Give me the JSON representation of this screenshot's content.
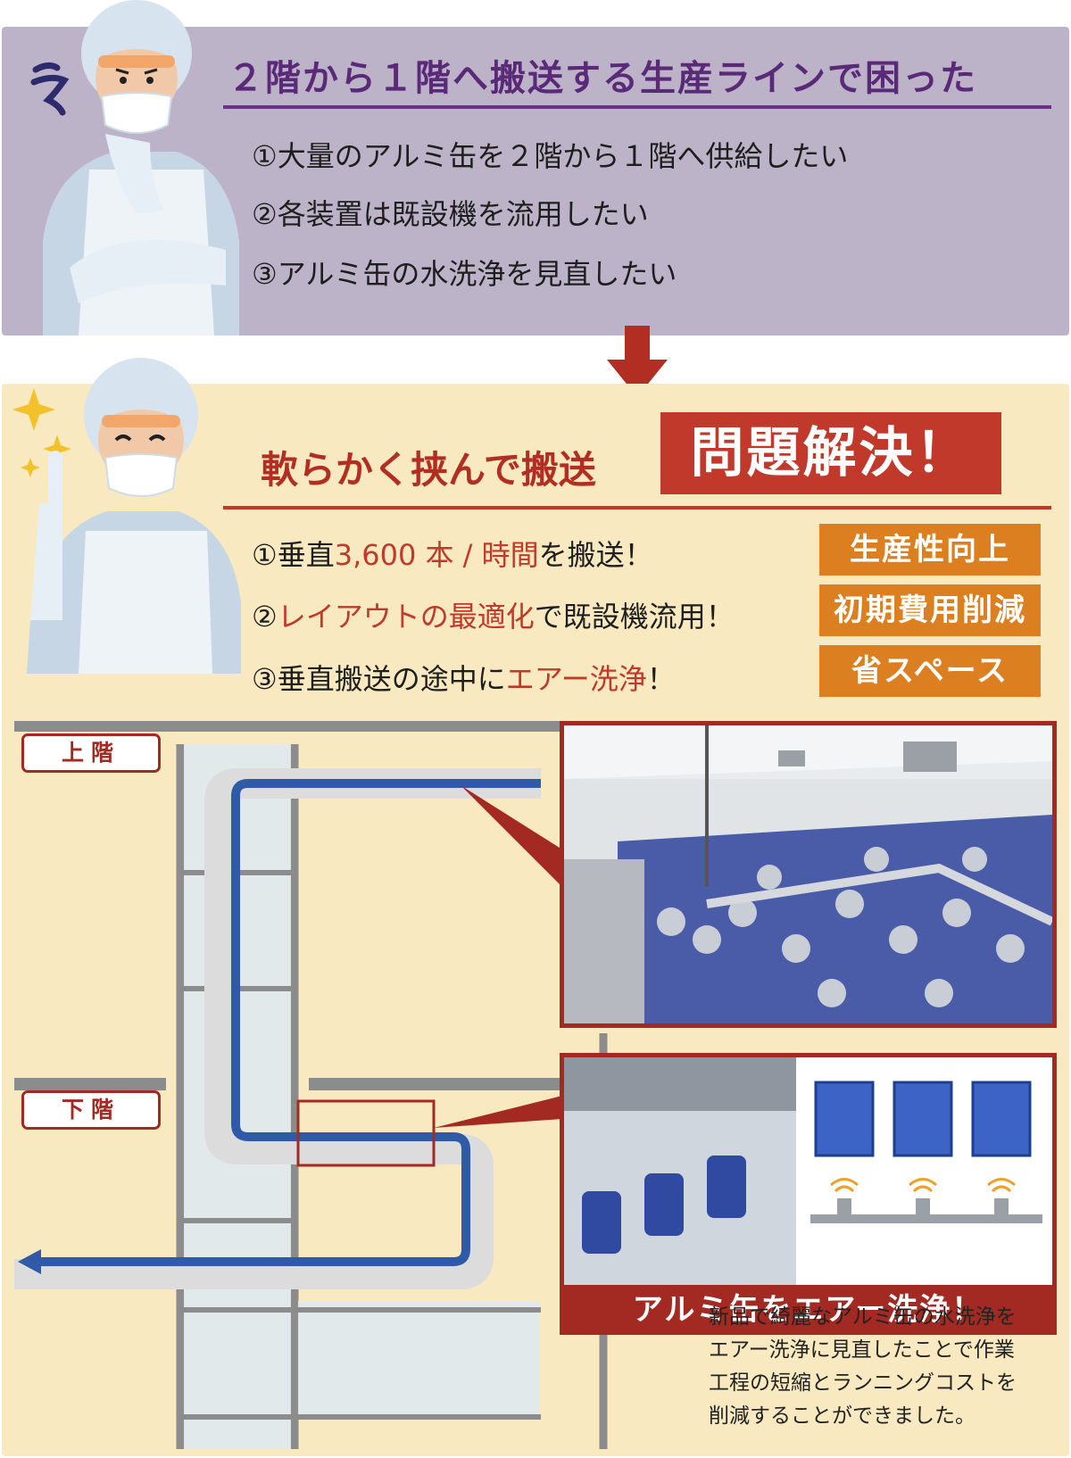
{
  "problem": {
    "title": "２階から１階へ搬送する生産ラインで困った",
    "items": [
      "①大量のアルミ缶を２階から１階へ供給したい",
      "②各装置は既設機を流用したい",
      "③アルミ缶の水洗浄を見直したい"
    ]
  },
  "solution": {
    "title": "軟らかく挟んで搬送",
    "stamp": "問題解決！",
    "items": [
      {
        "pre": "①垂直",
        "hl": "3,600 本 / 時間",
        "post": "を搬送！"
      },
      {
        "pre": "②",
        "hl": "レイアウトの最適化",
        "post": "で既設機流用！"
      },
      {
        "pre": "③垂直搬送の途中に",
        "hl": "エアー洗浄",
        "post": "！"
      }
    ],
    "badges": [
      "生産性向上",
      "初期費用削減",
      "省スペース"
    ]
  },
  "diagram": {
    "upper_floor": "上階",
    "lower_floor": "下階"
  },
  "photo_caption": "アルミ缶をエアー洗浄！",
  "note_lines": [
    "新品で綺麗なアルミ缶の水洗浄を",
    "エアー洗浄に見直したことで作業",
    "工程の短縮とランニングコストを",
    "削減することができました。"
  ],
  "colors": {
    "problem_bg": "#bcb3c9",
    "problem_title": "#5a2a78",
    "solution_bg": "#f8e9c0",
    "accent_red": "#c0392b",
    "badge_orange": "#dc7f20",
    "conveyor_blue": "#2f5aa8"
  }
}
